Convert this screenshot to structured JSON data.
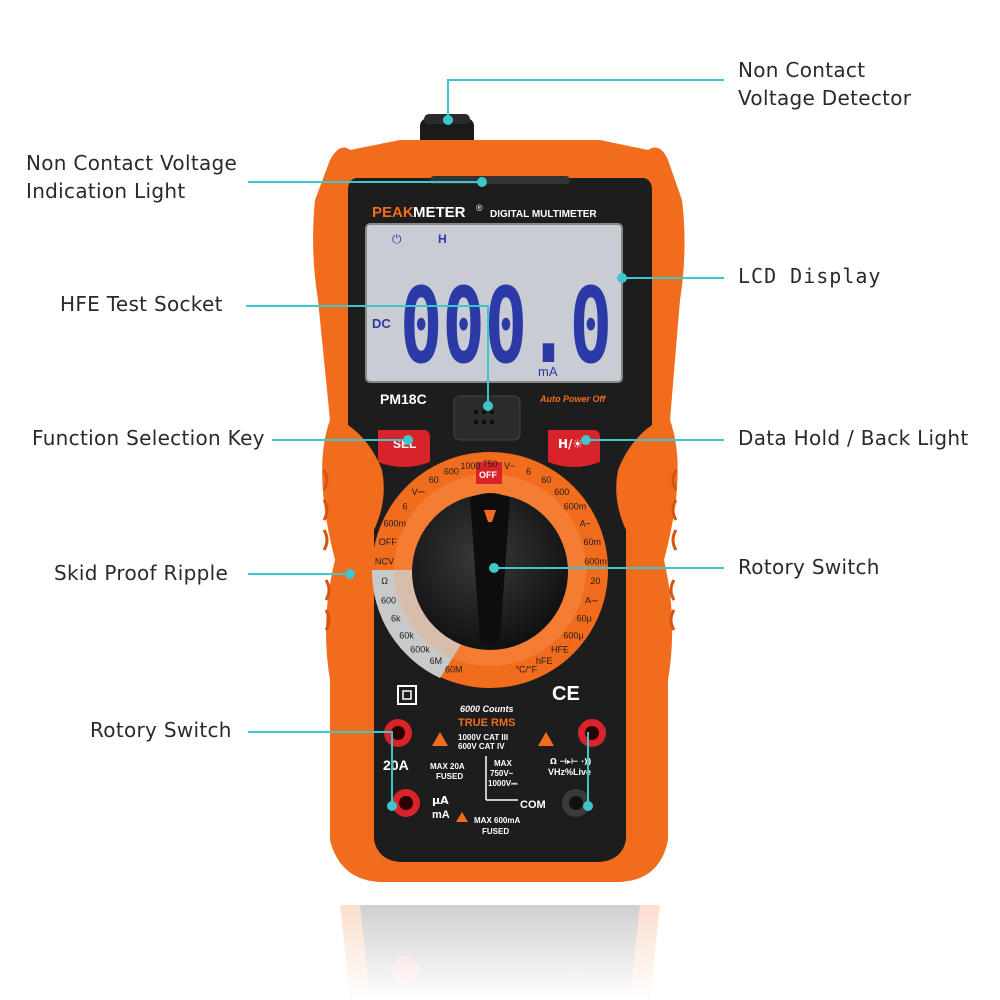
{
  "callouts": {
    "non_contact_detector": "Non Contact\nVoltage Detector",
    "indication_light": "Non Contact Voltage\nIndication Light",
    "lcd_display": "LCD Display",
    "hfe_socket": "HFE Test Socket",
    "function_key": "Function Selection Key",
    "data_hold": "Data Hold / Back Light",
    "skid_proof": "Skid Proof Ripple",
    "rotary_switch": "Rotory Switch",
    "rotary_switch_2": "Rotory Switch"
  },
  "device": {
    "brand_peak": "PEAK",
    "brand_meter": "METER",
    "brand_reg": "®",
    "product_line": "DIGITAL MULTIMETER",
    "model": "PM18C",
    "auto_power_off": "Auto Power Off",
    "lcd_digits": "000.0",
    "lcd_unit": "mA",
    "lcd_dc": "DC",
    "lcd_hold": "H",
    "sel_button": "SEL",
    "hold_button": "H/☀",
    "off_label": "OFF",
    "counts": "6000 Counts",
    "true_rms": "TRUE RMS",
    "cat_rating_1": "1000V CAT III",
    "cat_rating_2": "600V CAT IV",
    "ce_mark": "CE",
    "terminal_20a": "20A",
    "max_20a_1": "MAX 20A",
    "max_20a_2": "FUSED",
    "max_v_1": "MAX",
    "max_v_2": "750V~",
    "max_v_3": "1000V⎓",
    "terminal_v": "Ω ⊣▸⊢ ·))",
    "terminal_v2": "VHz%Live",
    "terminal_ua": "μA",
    "terminal_ma": "mA",
    "com_label": "COM",
    "max_600ma_1": "MAX 600mA",
    "max_600ma_2": "FUSED",
    "dial_labels": [
      "60M",
      "6M",
      "600k",
      "60k",
      "6k",
      "600",
      "Ω",
      "NCV",
      "OFF",
      "600m",
      "6",
      "V⎓",
      "60",
      "600",
      "1000",
      "750",
      "V~",
      "6",
      "60",
      "600",
      "600m",
      "A~",
      "60m",
      "600m",
      "20",
      "A⎓",
      "60μ",
      "600μ",
      "HFE",
      "hFE",
      "°C/°F"
    ]
  },
  "colors": {
    "orange": "#f26c1e",
    "body_dark": "#1d1d1d",
    "lcd_bg": "#c9ccd3",
    "lcd_digit": "#2b3aa6",
    "leader": "#3fc6cc",
    "red": "#d8232a"
  }
}
